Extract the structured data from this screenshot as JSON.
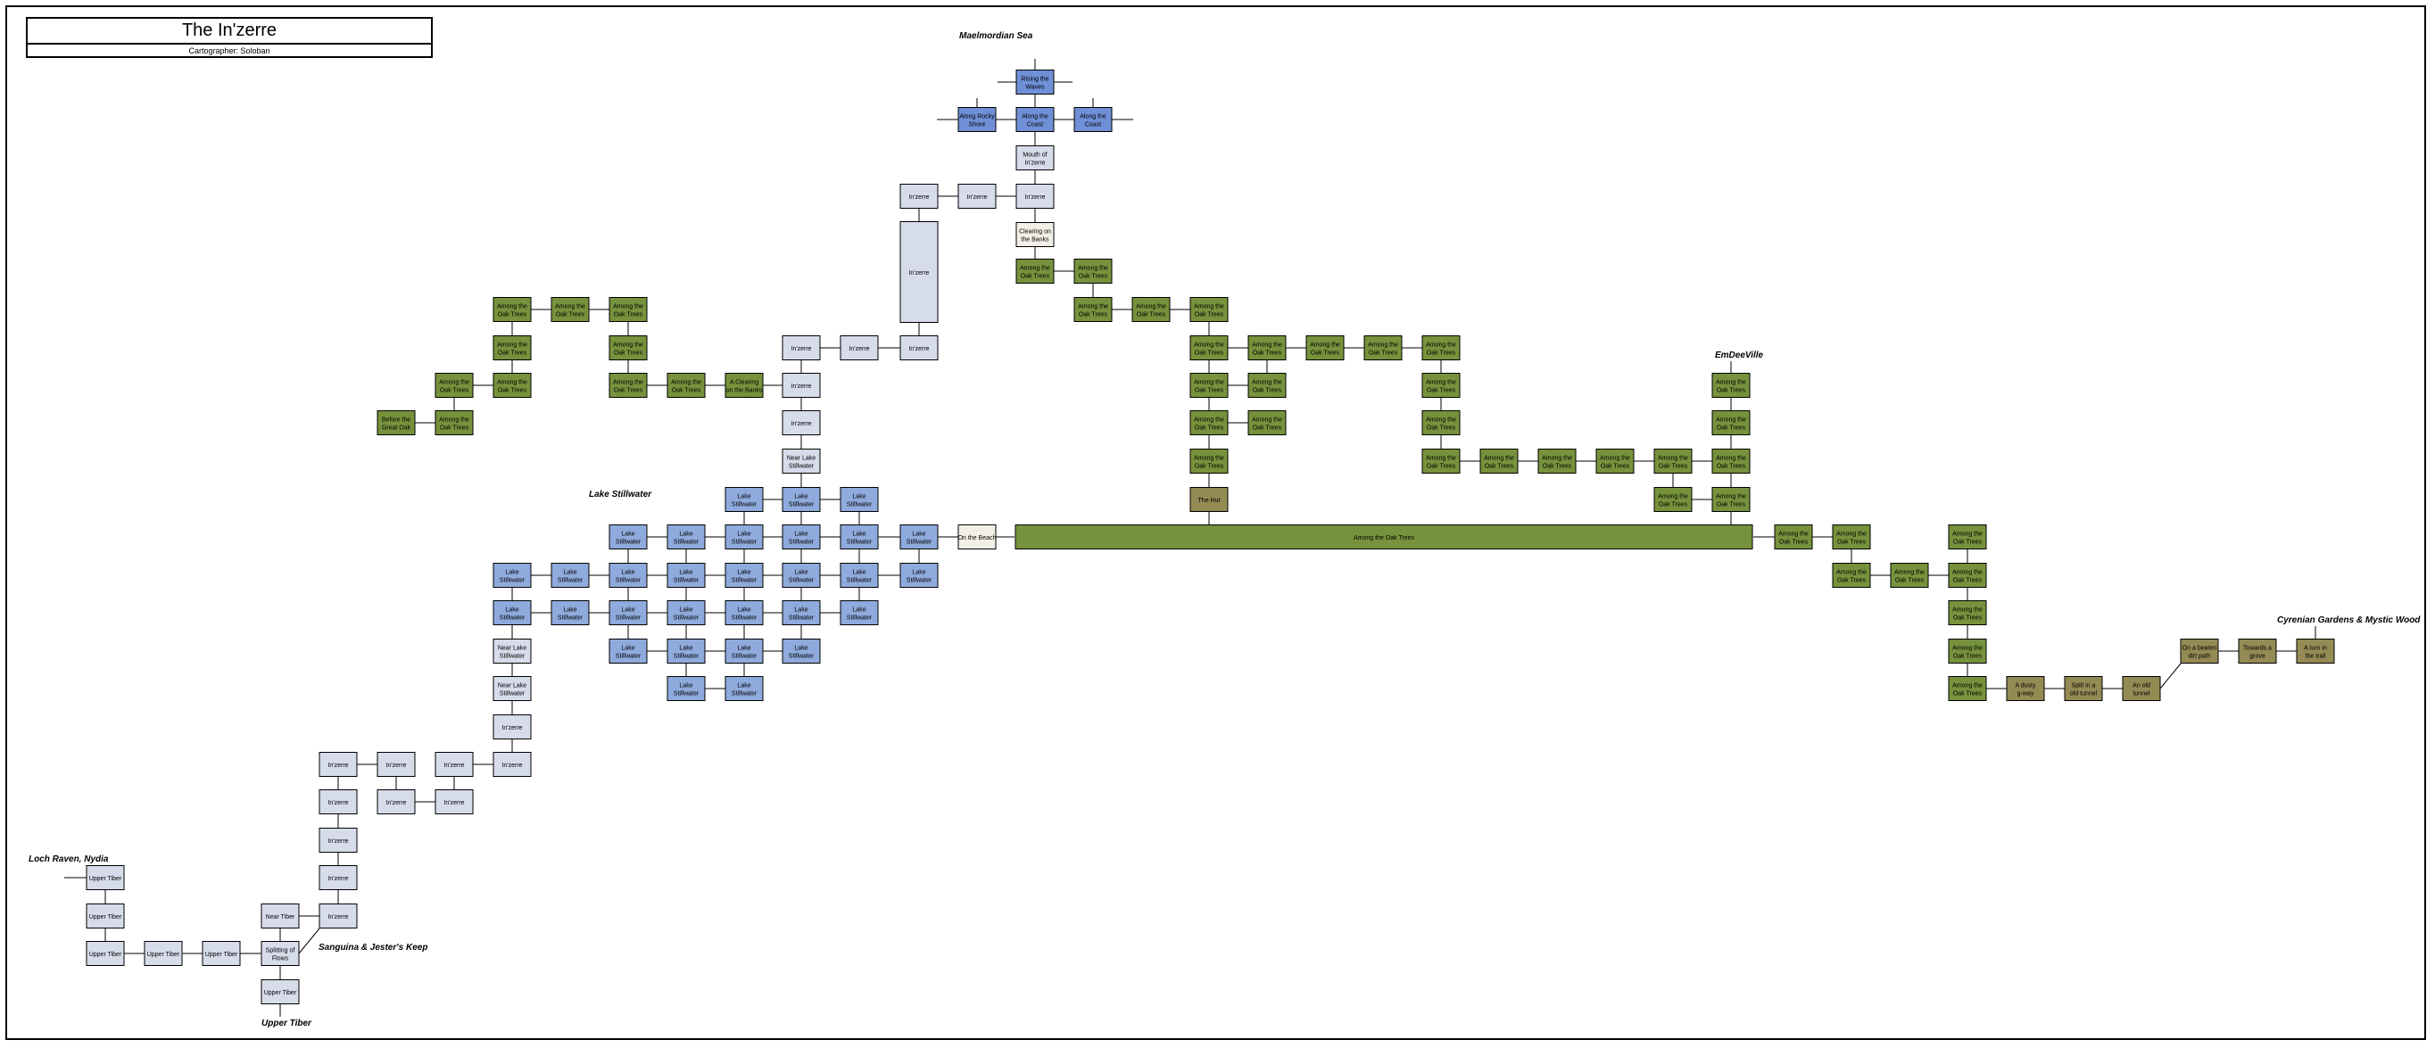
{
  "title": "The In'zerre",
  "cartographer": "Cartographer: Soloban",
  "colors": {
    "sea": "#6f8fd6",
    "lake": "#8faadc",
    "road": "#d6dcea",
    "forest": "#76923c",
    "trail": "#948a54",
    "beach": "#f2f0e6",
    "line": "#000000"
  },
  "region_labels": {
    "sea": "Maelmordian Sea",
    "lake": "Lake Stillwater",
    "emdeeville": "EmDeeVille",
    "cyrenian": "Cyrenian Gardens & Mystic Wood",
    "loch": "Loch Raven, Nydia",
    "sanguina": "Sanguina & Jester's Keep",
    "upper_tiber": "Upper Tiber"
  },
  "names": {
    "rising": "Rising the Waves",
    "rocky": "Along Rocky Shore",
    "coast": "Along the Coast",
    "mouth": "Mouth of In'zerre",
    "inzerre": "In'zerre",
    "clearing": "Clearing on the Banks",
    "a_clearing": "A Clearing on the Banks",
    "oak": "Among the Oak Trees",
    "great_oak": "Before the Great Oak",
    "near_lake": "Near Lake Stillwater",
    "lake": "Lake Stillwater",
    "beach": "On the Beach",
    "hut": "The Hut",
    "upper_tiber": "Upper Tiber",
    "near_tiber": "Near Tiber",
    "splitting": "Splitting of Flows",
    "dusty": "A dusty g-way",
    "split": "Split in a old tunnel",
    "old": "An old tunnel",
    "beaten": "On a beaten dirt path",
    "grove": "Towards a grove",
    "turn": "A turn in the trail"
  }
}
